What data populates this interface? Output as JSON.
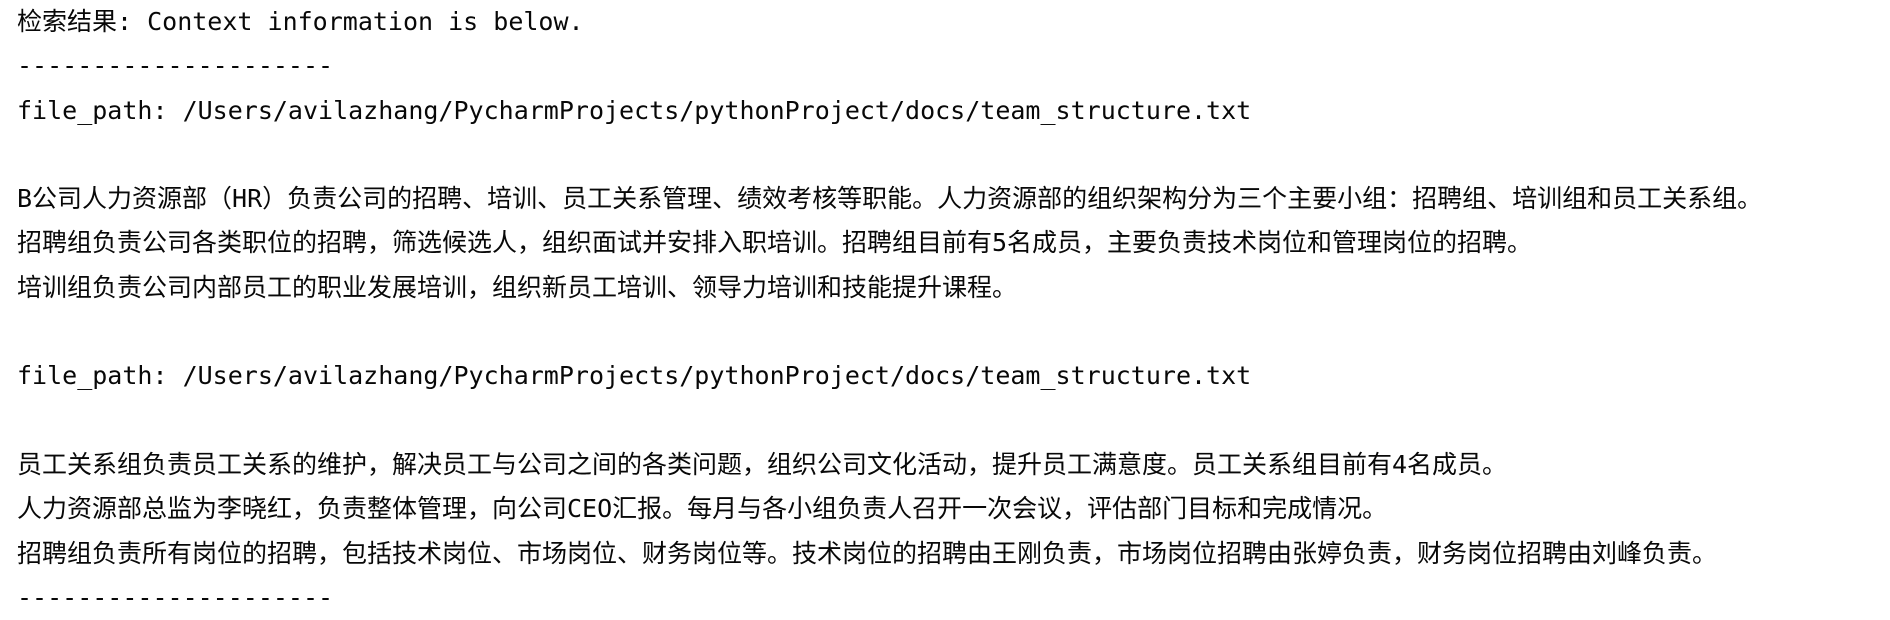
{
  "console": {
    "lines": [
      "检索结果: Context information is below.",
      "---------------------",
      "file_path: /Users/avilazhang/PycharmProjects/pythonProject/docs/team_structure.txt",
      "",
      "B公司人力资源部（HR）负责公司的招聘、培训、员工关系管理、绩效考核等职能。人力资源部的组织架构分为三个主要小组：招聘组、培训组和员工关系组。",
      "招聘组负责公司各类职位的招聘，筛选候选人，组织面试并安排入职培训。招聘组目前有5名成员，主要负责技术岗位和管理岗位的招聘。",
      "培训组负责公司内部员工的职业发展培训，组织新员工培训、领导力培训和技能提升课程。",
      "",
      "file_path: /Users/avilazhang/PycharmProjects/pythonProject/docs/team_structure.txt",
      "",
      "员工关系组负责员工关系的维护，解决员工与公司之间的各类问题，组织公司文化活动，提升员工满意度。员工关系组目前有4名成员。",
      "人力资源部总监为李晓红，负责整体管理，向公司CEO汇报。每月与各小组负责人召开一次会议，评估部门目标和完成情况。",
      "招聘组负责所有岗位的招聘，包括技术岗位、市场岗位、财务岗位等。技术岗位的招聘由王刚负责，市场岗位招聘由张婷负责，财务岗位招聘由刘峰负责。",
      "---------------------"
    ]
  }
}
